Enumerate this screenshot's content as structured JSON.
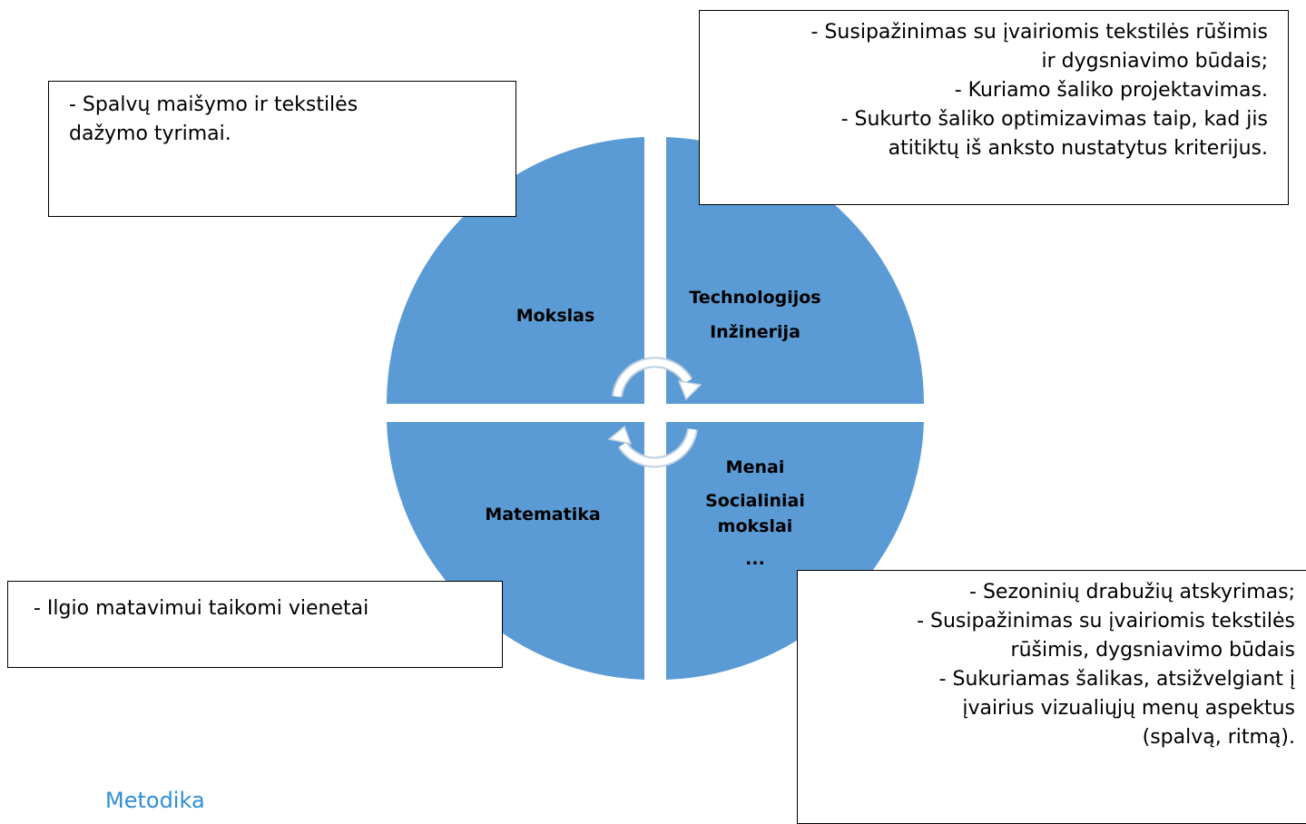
{
  "diagram": {
    "colors": {
      "quadrant": "#5b9bd5",
      "gap": "#ffffff",
      "arrow": "#ffffff",
      "arrow_outline": "#bfcfdf"
    },
    "quadrants": {
      "top_left": [
        "Mokslas"
      ],
      "top_right": [
        "Technologijos",
        "Inžinerija"
      ],
      "bottom_left": [
        "Matematika"
      ],
      "bottom_right": [
        "Menai",
        "Socialiniai",
        "mokslai",
        "..."
      ]
    },
    "boxes": {
      "top_left": [
        "- Spalvų maišymo ir tekstilės",
        "dažymo tyrimai."
      ],
      "top_right": [
        "- Susipažinimas su įvairiomis tekstilės rūšimis",
        "ir dygsniavimo būdais;",
        "- Kuriamo šaliko projektavimas.",
        "- Sukurto šaliko optimizavimas taip, kad jis",
        "atitiktų iš anksto nustatytus kriterijus."
      ],
      "bottom_left": [
        "- Ilgio matavimui taikomi vienetai"
      ],
      "bottom_right": [
        "- Sezoninių drabužių atskyrimas;",
        "- Susipažinimas su įvairiomis tekstilės",
        "rūšimis, dygsniavimo būdais",
        "- Sukuriamas šalikas, atsižvelgiant į",
        "įvairius vizualiųjų menų aspektus",
        "(spalvą, ritmą)."
      ]
    }
  },
  "footer": {
    "link": "Metodika"
  }
}
